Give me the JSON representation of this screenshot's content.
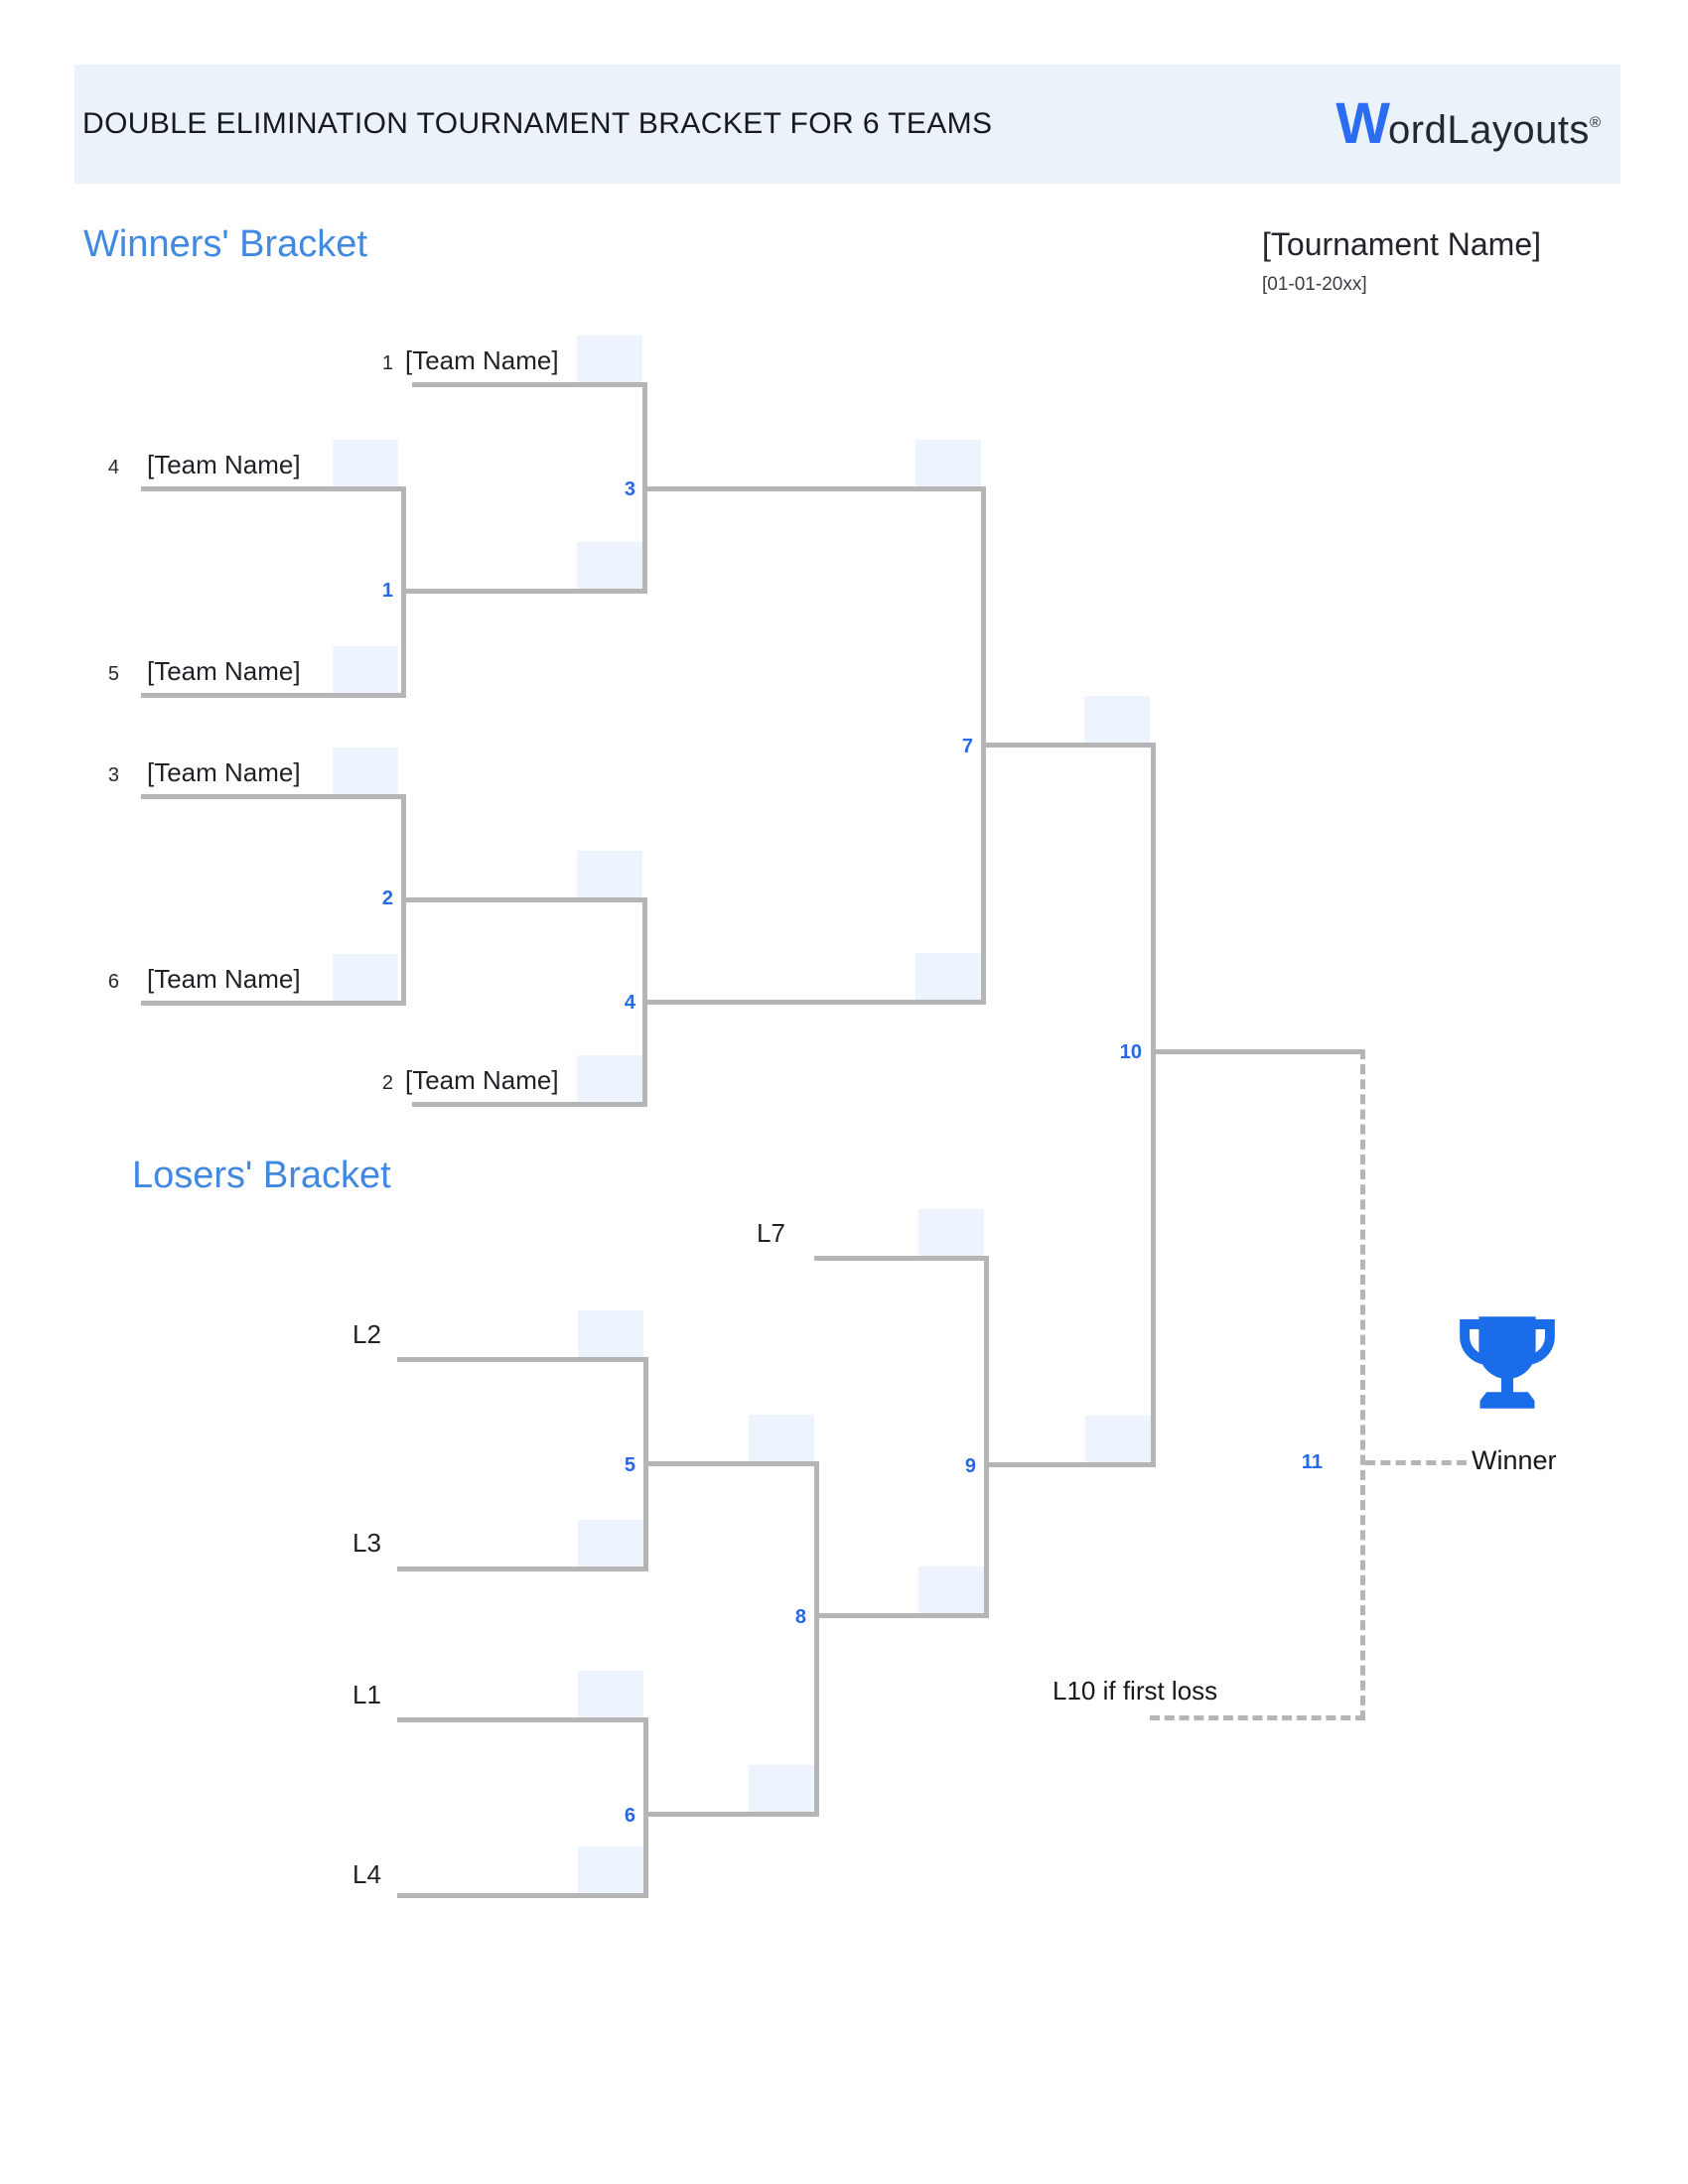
{
  "header": {
    "title": "DOUBLE ELIMINATION TOURNAMENT BRACKET FOR 6 TEAMS",
    "logo": {
      "mark": "W",
      "name": "ordLayouts",
      "registered": "®"
    }
  },
  "titles": {
    "winners": "Winners' Bracket",
    "losers": "Losers' Bracket",
    "tournament_name": "[Tournament Name]",
    "date": "[01-01-20xx]"
  },
  "teams": [
    {
      "seed": "1",
      "name": "[Team Name]"
    },
    {
      "seed": "4",
      "name": "[Team Name]"
    },
    {
      "seed": "5",
      "name": "[Team Name]"
    },
    {
      "seed": "3",
      "name": "[Team Name]"
    },
    {
      "seed": "6",
      "name": "[Team Name]"
    },
    {
      "seed": "2",
      "name": "[Team Name]"
    }
  ],
  "loser_slots": [
    "L7",
    "L2",
    "L3",
    "L1",
    "L4"
  ],
  "match_numbers": [
    "1",
    "2",
    "3",
    "4",
    "5",
    "6",
    "7",
    "8",
    "9",
    "10",
    "11"
  ],
  "final": {
    "winner_label": "Winner",
    "reset_note": "L10 if first loss"
  },
  "icons": {
    "trophy": "trophy-icon"
  },
  "colors": {
    "heading_blue": "#4189e0",
    "match_number_blue": "#2568e8",
    "line_gray": "#b5b5b5",
    "score_box_blue": "#edf4fd",
    "header_band": "#ebf2fa",
    "trophy_blue": "#1b6ce8",
    "logo_blue": "#2b6df2",
    "text_dark": "#1f2126"
  }
}
